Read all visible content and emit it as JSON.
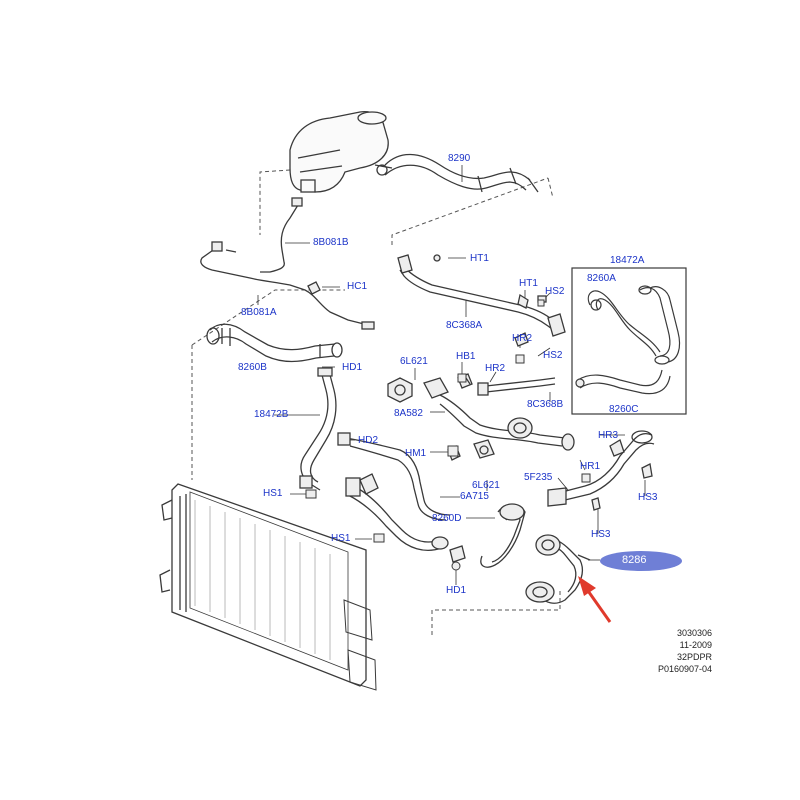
{
  "labels": {
    "l8290": "8290",
    "l8b081b": "8B081B",
    "lht1a": "HT1",
    "l18472a": "18472A",
    "lht1b": "HT1",
    "lhs2a": "HS2",
    "l8260a": "8260A",
    "lhc1": "HC1",
    "l8b081a": "8B081A",
    "l8c368a": "8C368A",
    "lhr2a": "HR2",
    "lhs2b": "HS2",
    "l8260b": "8260B",
    "lhd1a": "HD1",
    "l6l621a": "6L621",
    "lhb1": "HB1",
    "lhr2b": "HR2",
    "l8c368b": "8C368B",
    "l8260c": "8260C",
    "l18472b": "18472B",
    "l8a582": "8A582",
    "lhr3": "HR3",
    "lhd2": "HD2",
    "lhm1": "HM1",
    "lhr1": "HR1",
    "l5f235": "5F235",
    "lhs1a": "HS1",
    "l6l621b": "6L621",
    "l6a715": "6A715",
    "lhs3a": "HS3",
    "l8260d": "8260D",
    "lhs3b": "HS3",
    "lhs1b": "HS1",
    "l8286": "8286",
    "lhd1b": "HD1"
  },
  "reference": [
    "3030306",
    "11-2009",
    "32PDPR",
    "P0160907-04"
  ],
  "colors": {
    "label": "#1c34c8",
    "highlight": "#6f7fd6",
    "arrow": "#e03a2c",
    "line": "#3a3a3a"
  }
}
